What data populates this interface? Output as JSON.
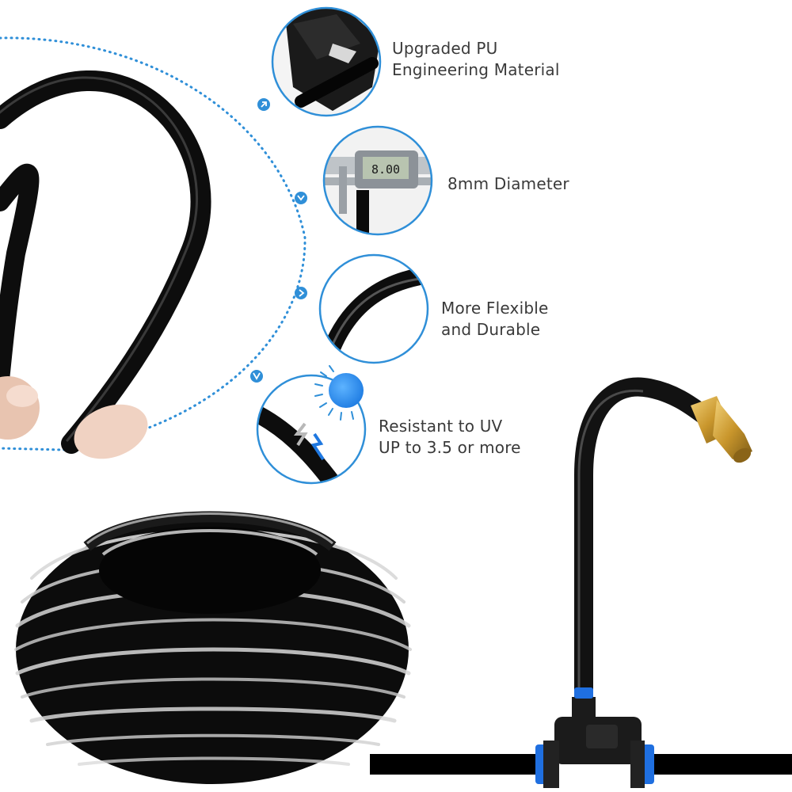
{
  "features": [
    {
      "line1": "Upgraded PU",
      "line2": "Engineering Material",
      "icon": "pipe-cutter-icon"
    },
    {
      "line1": "8mm Diameter",
      "line2": "",
      "icon": "caliper-icon",
      "caliper_readout": "8.00"
    },
    {
      "line1": "More Flexible",
      "line2": "and Durable",
      "icon": "bent-tube-icon"
    },
    {
      "line1": "Resistant to UV",
      "line2": "UP to 3.5 or more",
      "icon": "sun-uv-icon"
    }
  ],
  "colors": {
    "accent_blue": "#2f8fd8",
    "tube_black": "#111111",
    "fitting_blue": "#1f6fe0",
    "brass_nozzle": "#c9a33a"
  }
}
